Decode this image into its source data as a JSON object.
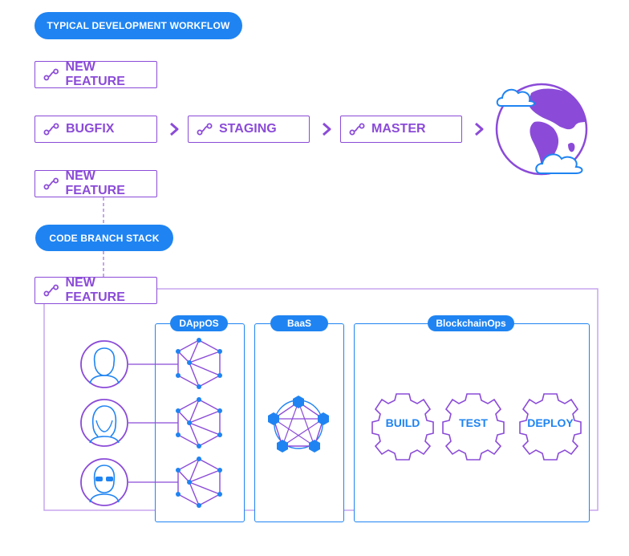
{
  "header": {
    "title": "TYPICAL DEVELOPMENT WORKFLOW"
  },
  "branches": {
    "new_feature_top": "NEW FEATURE",
    "bugfix": "BUGFIX",
    "staging": "STAGING",
    "master": "MASTER",
    "new_feature_mid": "NEW FEATURE",
    "new_feature_bottom": "NEW FEATURE"
  },
  "stack": {
    "label": "CODE BRANCH STACK"
  },
  "panels": {
    "dappos": "DAppOS",
    "baas": "BaaS",
    "blockchainops": "BlockchainOps"
  },
  "ops": {
    "build": "BUILD",
    "test": "TEST",
    "deploy": "DEPLOY"
  },
  "icons": {
    "branch": "branch-icon",
    "chevron": "chevron-right-icon",
    "globe": "globe-icon",
    "user": "user-avatar-icon",
    "network": "network-graph-icon",
    "gear": "gear-icon"
  },
  "colors": {
    "blue": "#1f84f2",
    "purple": "#8b4bd8",
    "light_purple": "#c7a6ee"
  }
}
